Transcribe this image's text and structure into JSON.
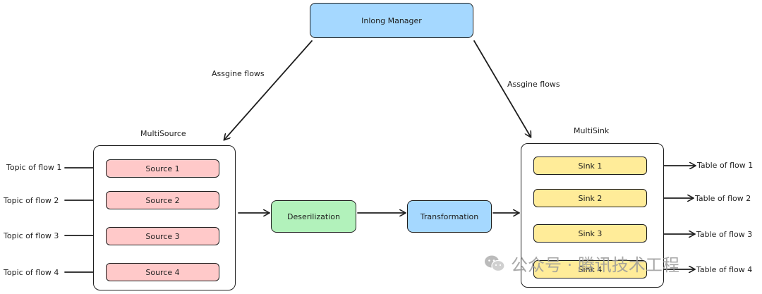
{
  "manager": {
    "label": "Inlong Manager"
  },
  "assign": {
    "left": "Assgine flows",
    "right": "Assgine flows"
  },
  "multisource": {
    "title": "MultiSource",
    "sources": [
      "Source 1",
      "Source 2",
      "Source 3",
      "Source 4"
    ],
    "topics": [
      "Topic of flow 1",
      "Topic of flow 2",
      "Topic of flow 3",
      "Topic of flow 4"
    ]
  },
  "deserialization": {
    "label": "Deserilization"
  },
  "transformation": {
    "label": "Transformation"
  },
  "multisink": {
    "title": "MultiSink",
    "sinks": [
      "Sink 1",
      "Sink 2",
      "Sink 3",
      "Sink 4"
    ],
    "tables": [
      "Table of flow 1",
      "Table of flow 2",
      "Table of flow 3",
      "Table of flow 4"
    ]
  },
  "watermark": {
    "text": "公众号 · 腾讯技术工程",
    "icon": "wechat-icon"
  },
  "colors": {
    "manager": "#a5d8ff",
    "source": "#ffc9c9",
    "sink": "#ffec99",
    "deserialization": "#b2f2bb",
    "transformation": "#a5d8ff"
  }
}
